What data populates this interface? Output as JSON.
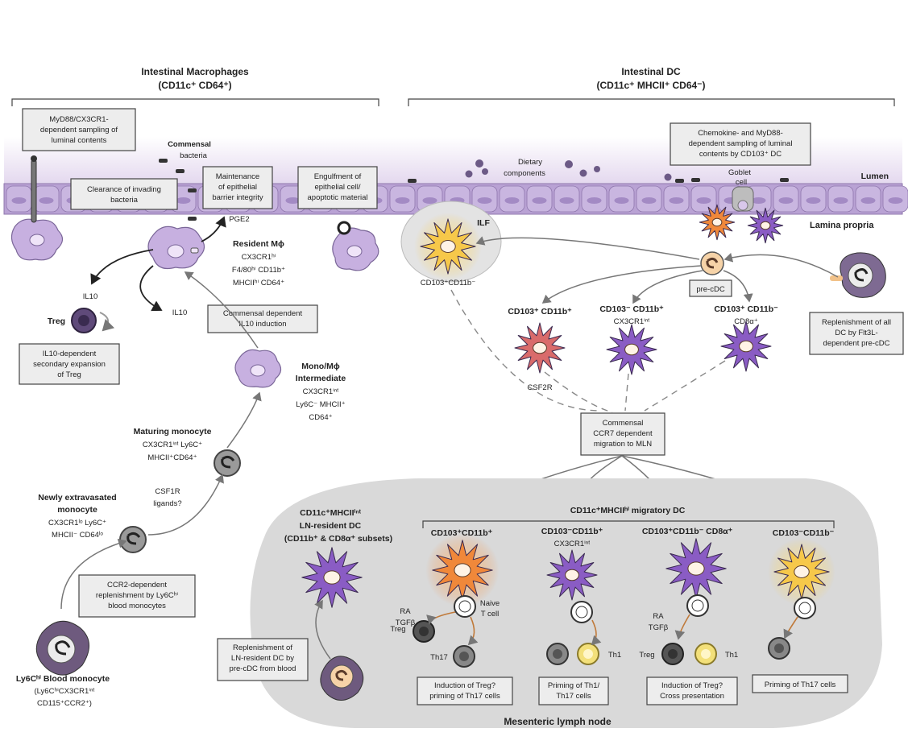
{
  "headers": {
    "macro_title": "Intestinal Macrophages",
    "macro_sub": "(CD11c⁺ CD64⁺)",
    "dc_title": "Intestinal DC",
    "dc_sub": "(CD11c⁺ MHCII⁺ CD64⁻)"
  },
  "epithelium": {
    "lumen": "Lumen",
    "lamina_propria": "Lamina propria",
    "dietary": [
      "Dietary",
      "components"
    ],
    "commensal": [
      "Commensal",
      "bacteria"
    ],
    "goblet": [
      "Goblet",
      "cell"
    ],
    "pge2": "PGE2"
  },
  "boxes": {
    "myd88": [
      "MyD88/CX3CR1-",
      "dependent sampling of",
      "luminal contents"
    ],
    "clearance": [
      "Clearance of invading",
      "bacteria"
    ],
    "maintenance": [
      "Maintenance",
      "of epithelial",
      "barrier integrity"
    ],
    "engulfment": [
      "Engulfment of",
      "epithelial cell/",
      "apoptotic material"
    ],
    "dc_sampling": [
      "Chemokine- and MyD88-",
      "dependent sampling of luminal",
      "contents by CD103⁺ DC"
    ],
    "il10_induction": [
      "Commensal dependent",
      "IL10 induction"
    ],
    "il10_treg": [
      "IL10-dependent",
      "secondary expansion",
      "of Treg"
    ],
    "ccr2_repl": [
      "CCR2-dependent",
      "replenishment by Ly6Cʰⁱ",
      "blood monocytes"
    ],
    "ccr7": [
      "Commensal",
      "CCR7 dependent",
      "migration to MLN"
    ],
    "replenish_dc": [
      "Replenishment of all",
      "DC by Flt3L-",
      "dependent pre-cDC"
    ],
    "replenish_ln": [
      "Replenishment of",
      "LN-resident DC by",
      "pre-cDC from blood"
    ],
    "induction_treg": [
      "Induction of Treg?",
      "priming of Th17 cells"
    ],
    "priming_th1": [
      "Priming of Th1/",
      "Th17 cells"
    ],
    "induction_cross": [
      "Induction of Treg?",
      "Cross presentation"
    ],
    "priming_th17": [
      "Priming of Th17 cells"
    ]
  },
  "cells": {
    "resident": [
      "Resident Mϕ",
      "CX3CR1ʰⁱ",
      "F4/80ʰⁱ CD11b⁺",
      "MHCIIʰⁱ CD64⁺"
    ],
    "intermediate": [
      "Mono/Mϕ",
      "Intermediate",
      "CX3CR1ⁱⁿᵗ",
      "Ly6C⁻ MHCII⁺",
      "CD64⁺"
    ],
    "maturing": [
      "Maturing monocyte",
      "CX3CR1ⁱⁿᵗ Ly6C⁺",
      "MHCII⁺CD64⁺"
    ],
    "extravasated": [
      "Newly extravasated",
      "monocyte",
      "CX3CR1ˡᵒ Ly6C⁺",
      "MHCII⁻ CD64ˡᵒ"
    ],
    "blood_mono": [
      "Ly6Cʰⁱ Blood monocyte",
      "(Ly6CʰⁱCX3CR1ⁱⁿᵗ",
      "CD115⁺CCR2⁺)"
    ],
    "ilf": "ILF",
    "ilf_dc": "CD103⁺CD11b⁻",
    "pre_cdc": "pre-cDC",
    "csf2r": "CSF2R",
    "lp_dc1": "CD103⁺ CD11b⁺",
    "lp_dc2": [
      "CD103⁻ CD11b⁺",
      "CX3CR1ⁱⁿᵗ"
    ],
    "lp_dc3": [
      "CD103⁺ CD11b⁻",
      "CD8α⁺"
    ],
    "il10": "IL10",
    "treg": "Treg",
    "csf1r": [
      "CSF1R",
      "ligands?"
    ]
  },
  "node": {
    "resident_dc": [
      "CD11c⁺MHCIIⁱⁿᵗ",
      "LN-resident DC",
      "(CD11b⁺ & CD8α⁺ subsets)"
    ],
    "migratory": "CD11c⁺MHCIIʰⁱ migratory DC",
    "cols": [
      {
        "head": "CD103⁺CD11b⁺",
        "sub": ""
      },
      {
        "head": "CD103⁻CD11b⁺",
        "sub": "CX3CR1ⁱⁿᵗ"
      },
      {
        "head": "CD103⁺CD11b⁻ CD8α⁺",
        "sub": ""
      },
      {
        "head": "CD103⁻CD11b⁻",
        "sub": ""
      }
    ],
    "ra_tgfb": [
      "RA",
      "TGFβ"
    ],
    "naive": [
      "Naive",
      "T cell"
    ],
    "treg": "Treg",
    "th17": "Th17",
    "th1": "Th1",
    "mln": "Mesenteric lymph node"
  },
  "colors": {
    "epithelium": "#b9a2d4",
    "macrophage": "#c7b0e0",
    "dc_orange": "#f0883a",
    "dc_purple": "#8a5cc4",
    "dc_red": "#d96b6b",
    "dc_yellow": "#f6c84a",
    "node_bg": "#d9d9d9"
  }
}
